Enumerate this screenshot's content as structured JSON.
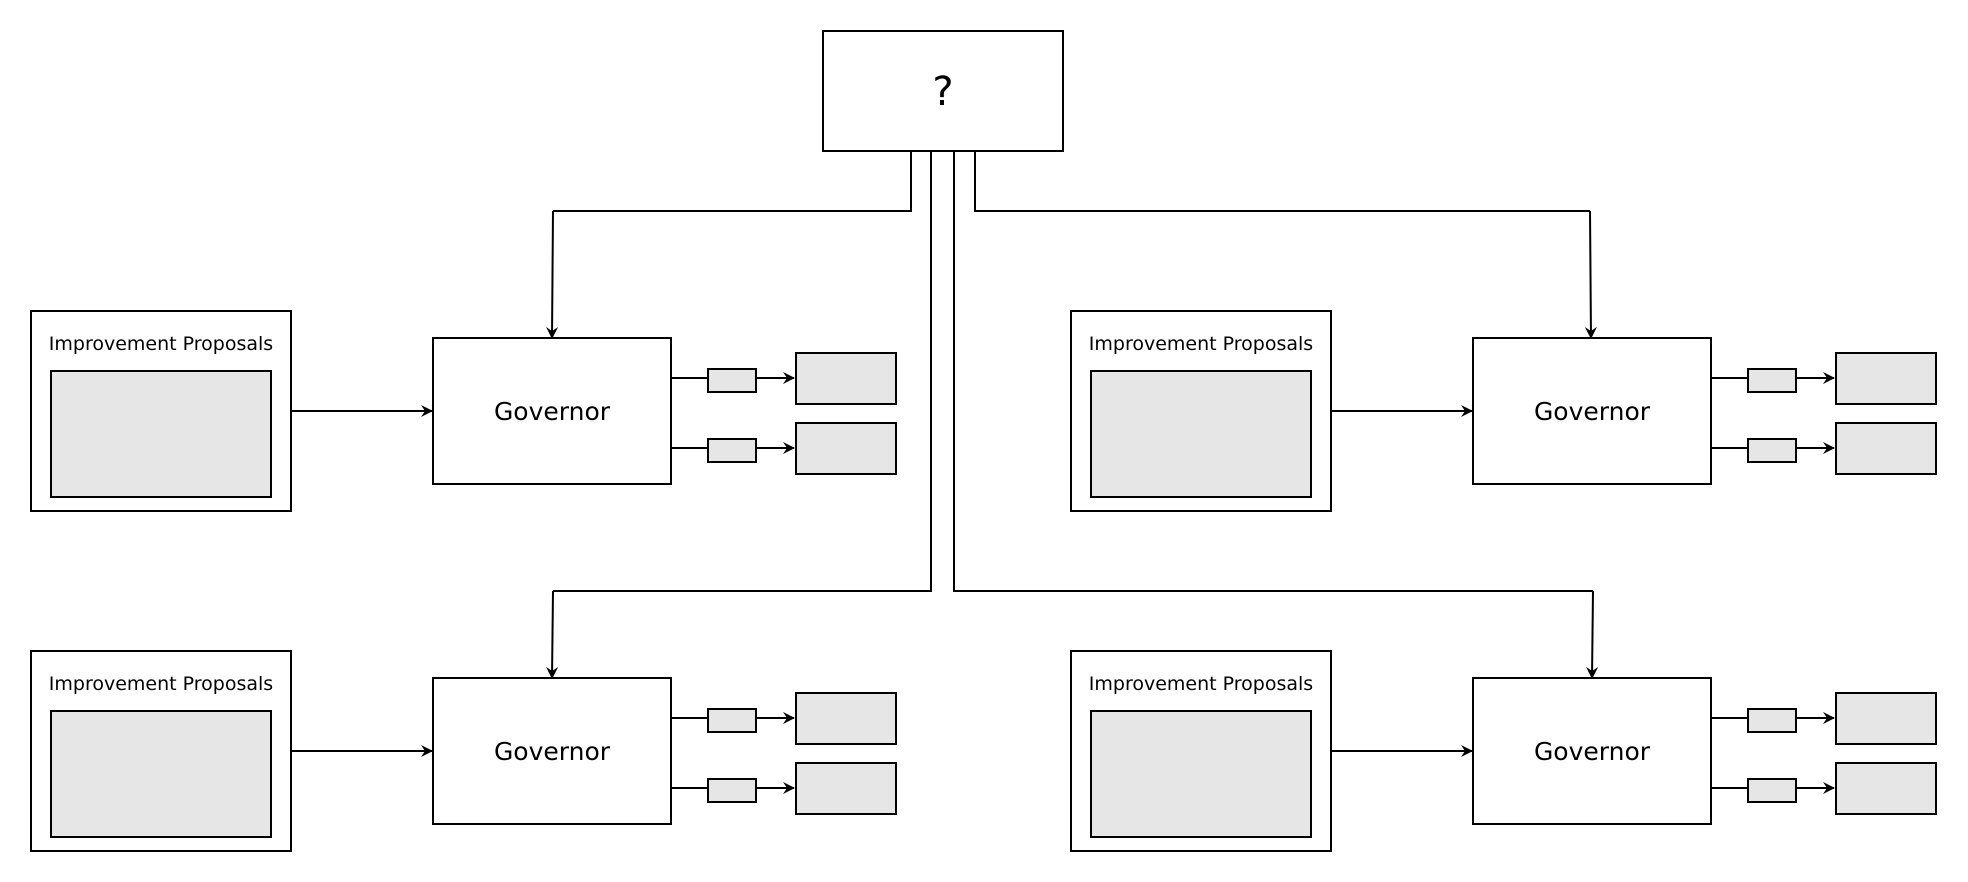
{
  "top_box": {
    "label": "?"
  },
  "units": [
    {
      "proposals_label": "Improvement Proposals",
      "governor_label": "Governor"
    },
    {
      "proposals_label": "Improvement Proposals",
      "governor_label": "Governor"
    },
    {
      "proposals_label": "Improvement Proposals",
      "governor_label": "Governor"
    },
    {
      "proposals_label": "Improvement Proposals",
      "governor_label": "Governor"
    }
  ],
  "colors": {
    "stroke": "#000000",
    "fill": "#ffffff",
    "placeholder_fill": "#e6e6e6"
  }
}
